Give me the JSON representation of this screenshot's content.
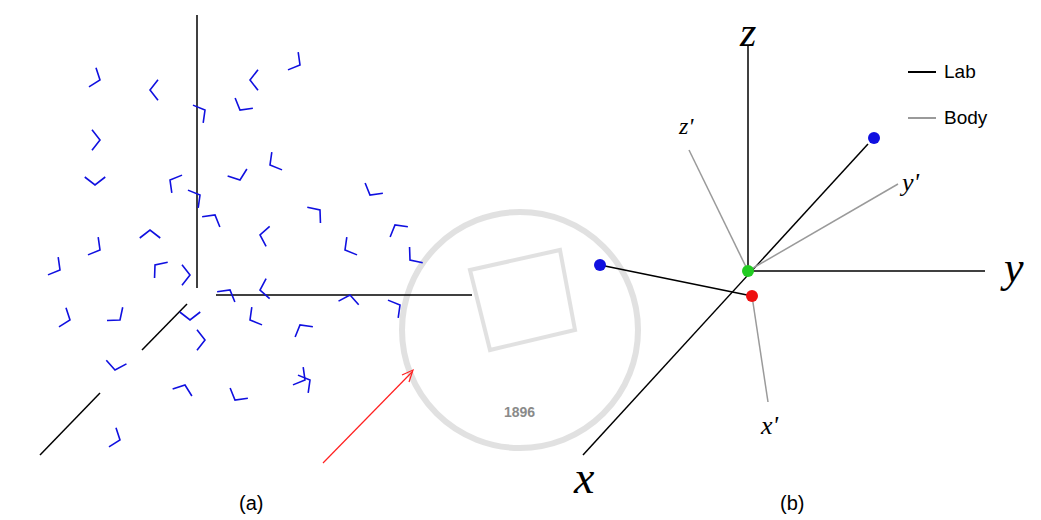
{
  "diagram": {
    "labels": [
      "z",
      "z'",
      "y'",
      "y",
      "x",
      "x'",
      "(a)",
      "(b)",
      "1896"
    ],
    "legend": [
      {
        "text": "Lab"
      },
      {
        "text": "Body"
      }
    ]
  }
}
